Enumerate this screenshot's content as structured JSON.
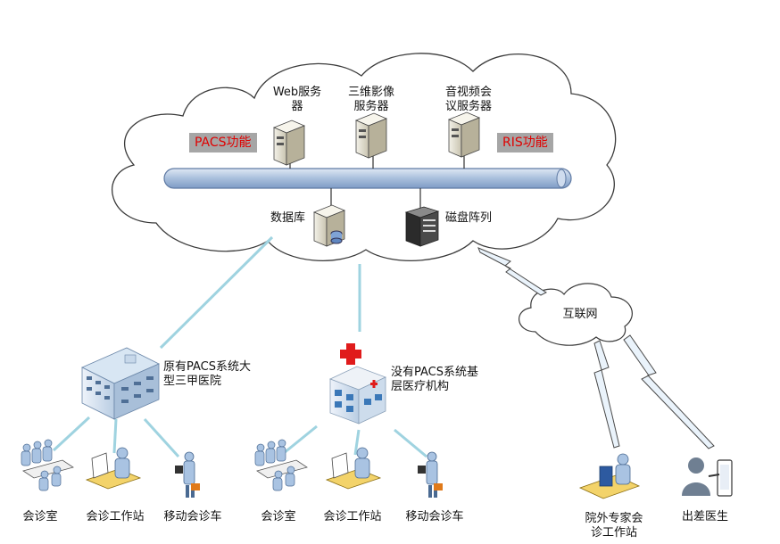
{
  "cloud": {
    "servers": [
      {
        "label": "Web服务\n器"
      },
      {
        "label": "三维影像\n服务器"
      },
      {
        "label": "音视频会\n议服务器"
      }
    ],
    "tags": {
      "pacs": "PACS功能",
      "ris": "RIS功能"
    },
    "storage": {
      "database": "数据库",
      "disk_array": "磁盘阵列"
    }
  },
  "internet": {
    "label": "互联网"
  },
  "hospitals": {
    "large": {
      "label": "原有PACS系统大\n型三甲医院"
    },
    "basic": {
      "label": "没有PACS系统基\n层医疗机构"
    }
  },
  "endpoints": {
    "left": [
      "会诊室",
      "会诊工作站",
      "移动会诊车"
    ],
    "middle": [
      "会诊室",
      "会诊工作站",
      "移动会诊车"
    ],
    "right": [
      "院外专家会\n诊工作站",
      "出差医生"
    ]
  },
  "colors": {
    "line": "#9fd3e0",
    "bus": "#b8cce4",
    "tag_text": "#e00000",
    "tag_bg": "#a6a6a6"
  }
}
